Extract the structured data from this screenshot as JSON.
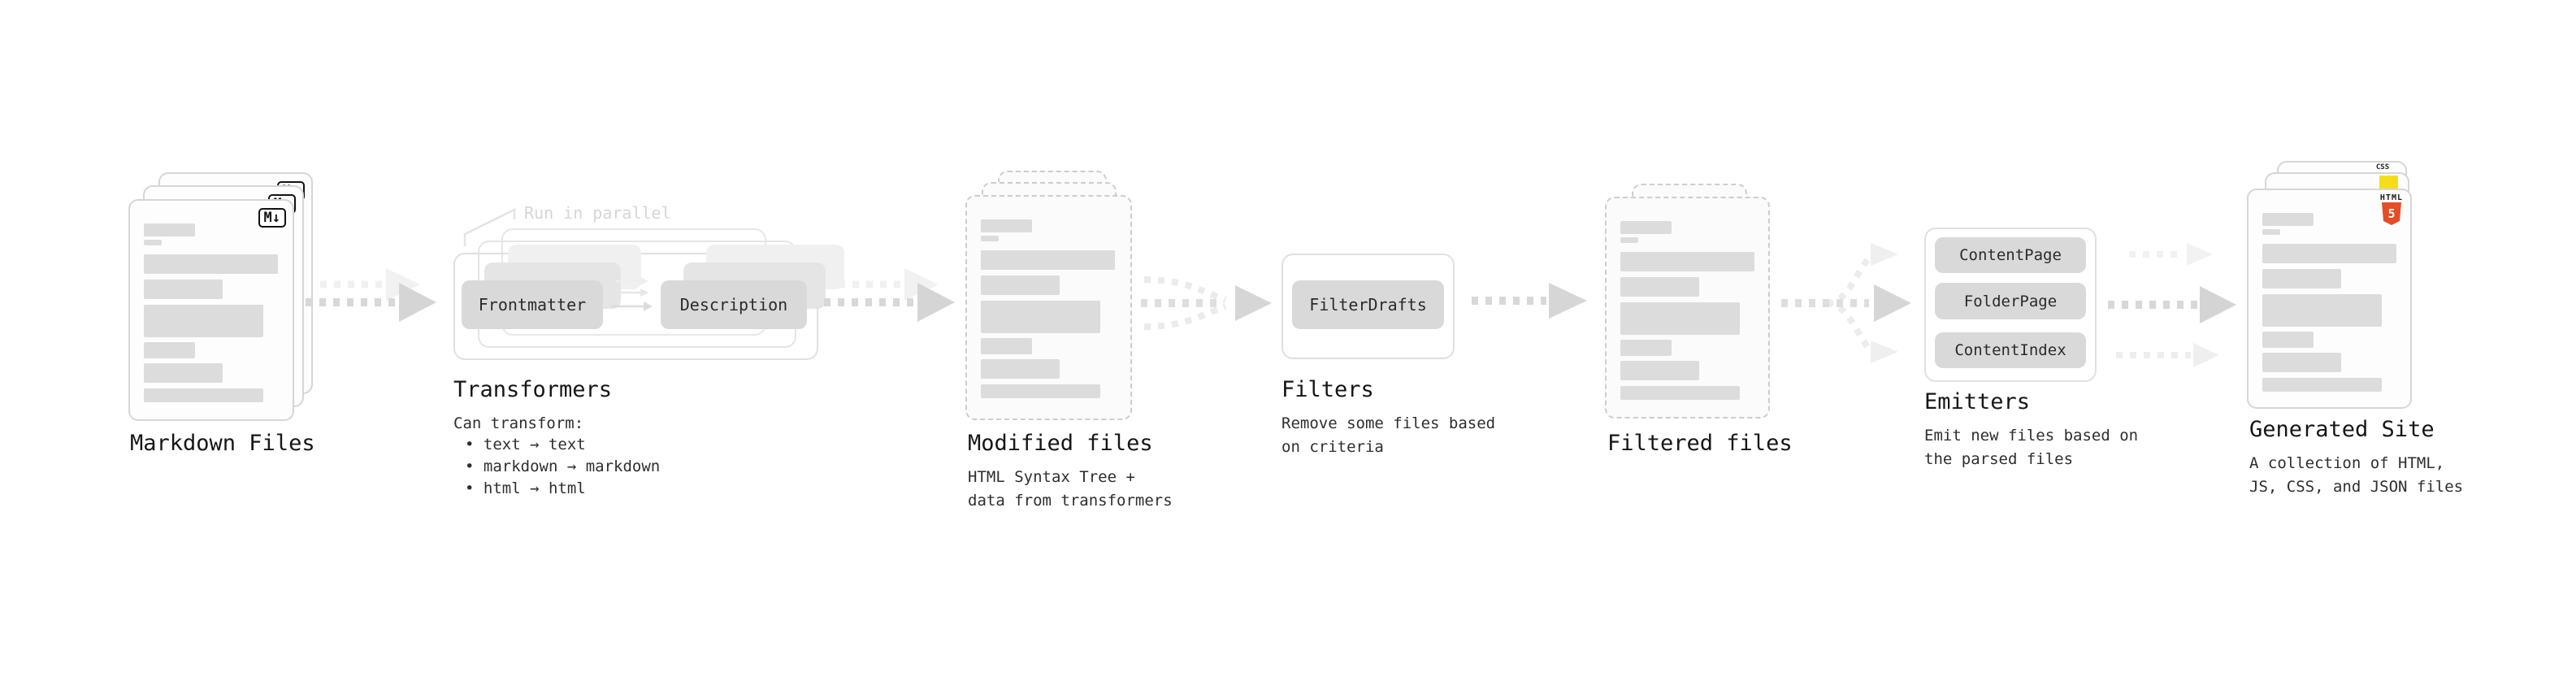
{
  "pipeline": {
    "markdown_files": {
      "label": "Markdown Files",
      "badge": "M↓"
    },
    "transformers": {
      "note": "Run in parallel",
      "input_pill": "Frontmatter",
      "output_pill": "Description",
      "title": "Transformers",
      "desc_heading": "Can transform:",
      "bullets": [
        "• text → text",
        "• markdown → markdown",
        "• html → html"
      ]
    },
    "modified_files": {
      "title": "Modified files",
      "desc1": "HTML Syntax Tree +",
      "desc2": "data from transformers"
    },
    "filters": {
      "pill": "FilterDrafts",
      "title": "Filters",
      "desc1": "Remove some files based",
      "desc2": "on criteria"
    },
    "filtered_files": {
      "title": "Filtered files"
    },
    "emitters": {
      "pills": [
        "ContentPage",
        "FolderPage",
        "ContentIndex"
      ],
      "title": "Emitters",
      "desc1": "Emit new files based on",
      "desc2": "the parsed files"
    },
    "generated_site": {
      "title": "Generated Site",
      "desc1": "A collection of HTML,",
      "desc2": "JS, CSS, and JSON files",
      "css_badge": "CSS",
      "html_badge_label": "HTML",
      "html_badge_number": "5"
    },
    "colors": {
      "css_blue": "#2965f1",
      "js_yellow": "#f5de19",
      "html5_orange": "#e44d26"
    }
  }
}
